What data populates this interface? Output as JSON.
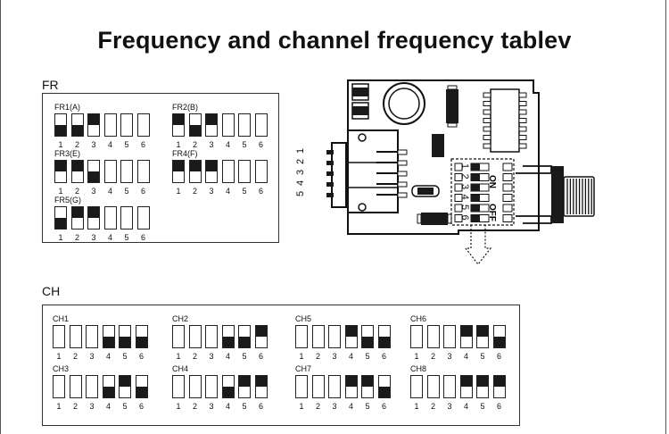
{
  "title": "Frequency and channel frequency tablev",
  "fr_section": {
    "label": "FR",
    "groups": [
      {
        "name": "FR1(A)",
        "states": [
          "down",
          "down",
          "up",
          "off",
          "off",
          "off"
        ]
      },
      {
        "name": "FR2(B)",
        "states": [
          "up",
          "down",
          "up",
          "off",
          "off",
          "off"
        ]
      },
      {
        "name": "FR3(E)",
        "states": [
          "up",
          "up",
          "down",
          "off",
          "off",
          "off"
        ]
      },
      {
        "name": "FR4(F)",
        "states": [
          "up",
          "up",
          "up",
          "off",
          "off",
          "off"
        ]
      },
      {
        "name": "FR5(G)",
        "states": [
          "down",
          "up",
          "up",
          "off",
          "off",
          "off"
        ]
      }
    ],
    "switch_numbers": [
      "1",
      "2",
      "3",
      "4",
      "5",
      "6"
    ]
  },
  "ch_section": {
    "label": "CH",
    "groups": [
      {
        "name": "CH1",
        "states": [
          "off",
          "off",
          "off",
          "down",
          "down",
          "down"
        ]
      },
      {
        "name": "CH2",
        "states": [
          "off",
          "off",
          "off",
          "down",
          "down",
          "up"
        ]
      },
      {
        "name": "CH5",
        "states": [
          "off",
          "off",
          "off",
          "up",
          "down",
          "down"
        ]
      },
      {
        "name": "CH6",
        "states": [
          "off",
          "off",
          "off",
          "up",
          "up",
          "down"
        ]
      },
      {
        "name": "CH3",
        "states": [
          "off",
          "off",
          "off",
          "down",
          "up",
          "down"
        ]
      },
      {
        "name": "CH4",
        "states": [
          "off",
          "off",
          "off",
          "down",
          "up",
          "up"
        ]
      },
      {
        "name": "CH7",
        "states": [
          "off",
          "off",
          "off",
          "up",
          "up",
          "down"
        ]
      },
      {
        "name": "CH8",
        "states": [
          "off",
          "off",
          "off",
          "up",
          "up",
          "up"
        ]
      }
    ],
    "switch_numbers": [
      "1",
      "2",
      "3",
      "4",
      "5",
      "6"
    ]
  },
  "board": {
    "header_pin_numbers": [
      "5",
      "4",
      "3",
      "2",
      "1"
    ],
    "dip_numbers": [
      "1",
      "2",
      "3",
      "4",
      "5",
      "6"
    ],
    "dip_on_label": "ON",
    "dip_off_label": "OFF"
  },
  "colors": {
    "ink": "#1a1a1a",
    "background": "#ffffff"
  }
}
